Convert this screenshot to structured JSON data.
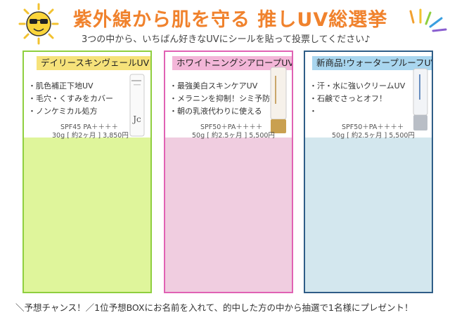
{
  "header": {
    "title": "紫外線から肌を守る 推しUV総選挙",
    "subtitle": "3つの中から、いちばん好きなUVにシールを貼って投票してください♪"
  },
  "colors": {
    "title": "#f0822d",
    "card1_border": "#8fcf3f",
    "card1_fill": "#dff59b",
    "card1_label": "#f6e27a",
    "card2_border": "#e062b4",
    "card2_fill": "#f0cde0",
    "card2_label": "#f3b6d8",
    "card3_border": "#2f5d87",
    "card3_fill": "#d3e7ee",
    "card3_label": "#a9d6ef"
  },
  "cards": [
    {
      "name": "デイリースキンヴェールUV",
      "features": [
        "・肌色補正下地UV",
        "・毛穴・くすみをカバー",
        "・ノンケミカル処方"
      ],
      "spf": "SPF45 PA＋＋＋＋",
      "price": "30g [ 約2ヶ月 ] 3,850円",
      "tube_logo": "Jc"
    },
    {
      "name": "ホワイトニングシアロープUV",
      "features": [
        "・最強美白スキンケアUV",
        "・メラニンを抑制！シミ予防",
        "・朝の乳液代わりに使える"
      ],
      "spf": "SPF50＋PA＋＋＋＋",
      "price": "50g [ 約2.5ヶ月 ] 5,500円"
    },
    {
      "name": "新商品!ウォータープルーフUV",
      "features": [
        "・汗・水に強いクリームUV",
        "・石鹸でさっとオフ！",
        "・"
      ],
      "spf": "SPF50＋PA＋＋＋＋",
      "price": "50g [ 約2.5ヶ月 ] 5,500円"
    }
  ],
  "footer": "＼予想チャンス！／1位予想BOXにお名前を入れて、的中した方の中から抽選で1名様にプレゼント！"
}
